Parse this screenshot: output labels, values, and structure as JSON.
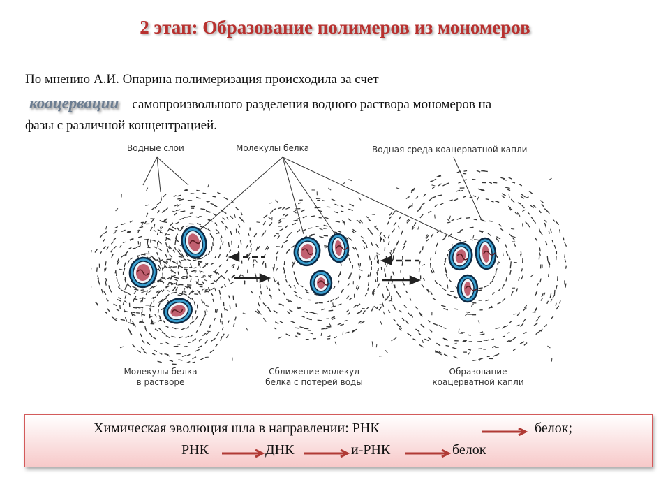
{
  "slide": {
    "title": "2 этап: Образование полимеров из мономеров",
    "paragraph": {
      "line1": "По мнению А.И. Опарина полимеризация происходила за счет",
      "term": "коацервации",
      "line2_rest": " – самопроизвольного разделения водного раствора мономеров на",
      "line3": "фазы с различной концентрацией."
    }
  },
  "diagram": {
    "labels": {
      "water_layers": "Водные слои",
      "protein_molecules": "Молекулы белка",
      "droplet_medium": "Водная среда коацерватной капли",
      "stage1_line1": "Молекулы белка",
      "stage1_line2": "в растворе",
      "stage2_line1": "Сближение молекул",
      "stage2_line2": "белка с потерей воды",
      "stage3_line1": "Образование",
      "stage3_line2": "коацерватной капли"
    }
  },
  "conclusion": {
    "line1_text": "Химическая эволюция шла в направлении: РНК",
    "line1_end": "белок;",
    "line2": [
      "РНК",
      "ДНК",
      "и-РНК",
      "белок"
    ]
  },
  "colors": {
    "title": "#b8312f",
    "term": "#6c7d91",
    "arrow": "#b03a35",
    "box_border": "#d35a5a",
    "molecule_outer": "#3a9fd0",
    "molecule_inner": "#c06070"
  }
}
